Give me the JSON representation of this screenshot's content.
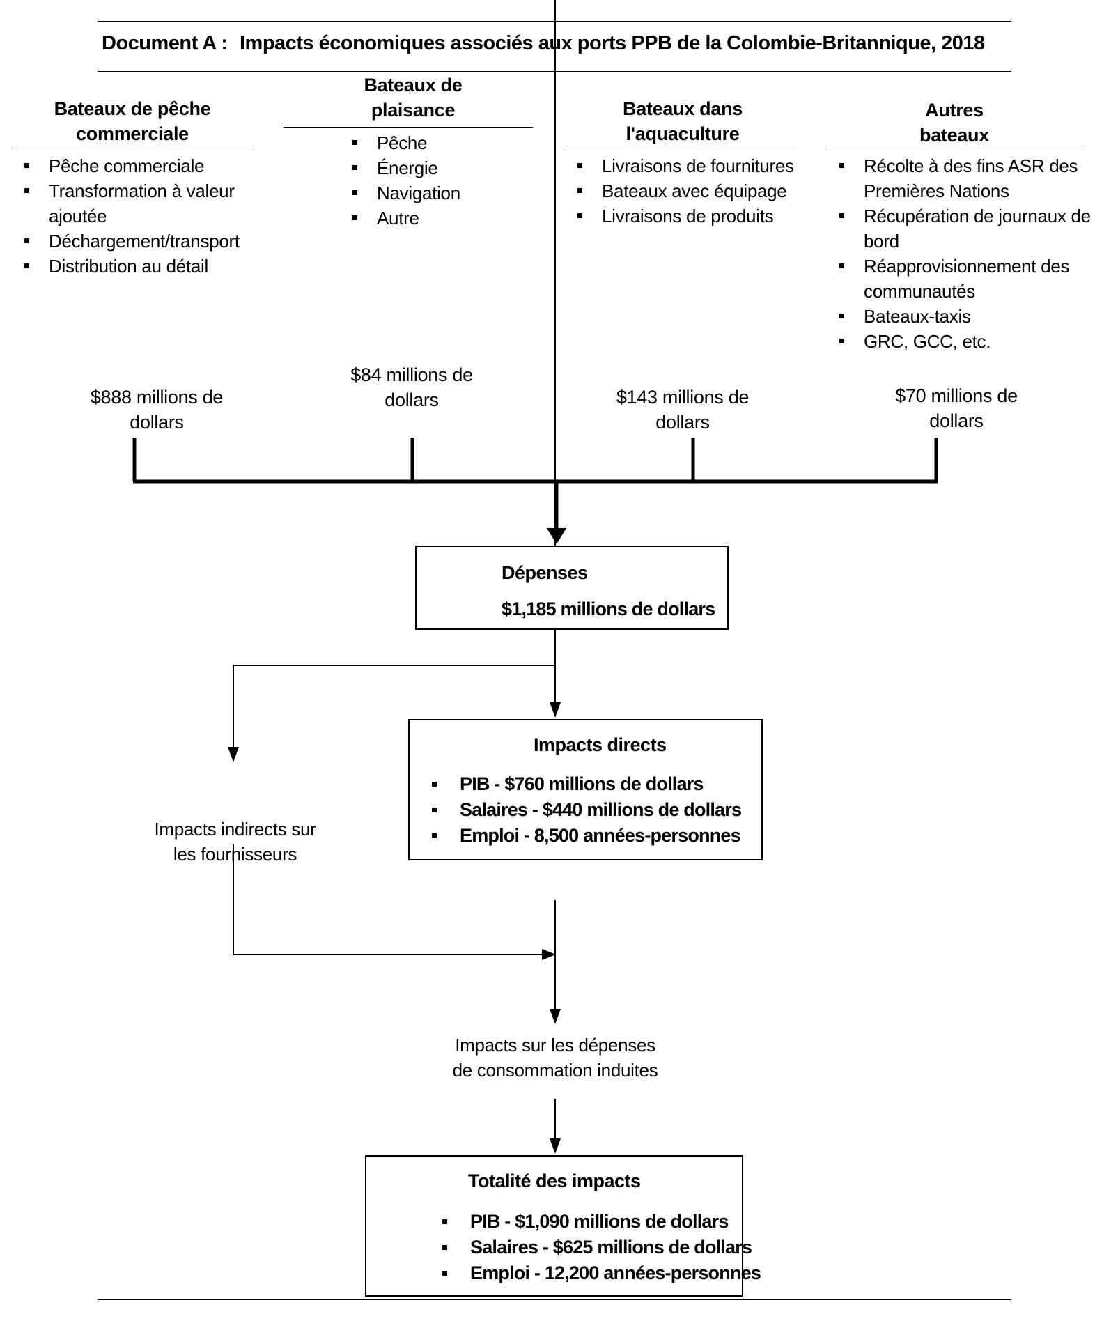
{
  "header": {
    "label": "Document A :",
    "title": "Impacts économiques associés aux ports PPB de la Colombie-Britannique, 2018"
  },
  "columns": [
    {
      "title": "Bateaux de pêche commerciale",
      "items": [
        "Pêche commerciale",
        "Transformation à valeur ajoutée",
        "Déchargement/transport",
        "Distribution au détail"
      ],
      "amount": "$888 millions de dollars"
    },
    {
      "title": "Bateaux de plaisance",
      "items": [
        "Pêche",
        "Énergie",
        "Navigation",
        "Autre"
      ],
      "amount": "$84 millions de dollars"
    },
    {
      "title": "Bateaux dans l'aquaculture",
      "items": [
        "Livraisons de fournitures",
        "Bateaux avec équipage",
        "Livraisons de produits"
      ],
      "amount": "$143 millions de dollars"
    },
    {
      "title": "Autres bateaux",
      "items": [
        "Récolte à des fins ASR des Premières Nations",
        "Récupération de journaux de bord",
        "Réapprovisionnement des communautés",
        "Bateaux-taxis",
        "GRC, GCC, etc."
      ],
      "amount": "$70 millions de dollars"
    }
  ],
  "depenses": {
    "title": "Dépenses",
    "value": "$1,185 millions de dollars"
  },
  "direct": {
    "title": "Impacts directs",
    "items": [
      "PIB - $760 millions de dollars",
      "Salaires - $440 millions de dollars",
      "Emploi - 8,500 années-personnes"
    ]
  },
  "indirect": {
    "label": "Impacts indirects sur les fournisseurs"
  },
  "induced": {
    "label": "Impacts sur les dépenses de consommation induites"
  },
  "total": {
    "title": "Totalité des impacts",
    "items": [
      "PIB - $1,090 millions de dollars",
      "Salaires - $625 millions de dollars",
      "Emploi - 12,200 années-personnes"
    ]
  }
}
